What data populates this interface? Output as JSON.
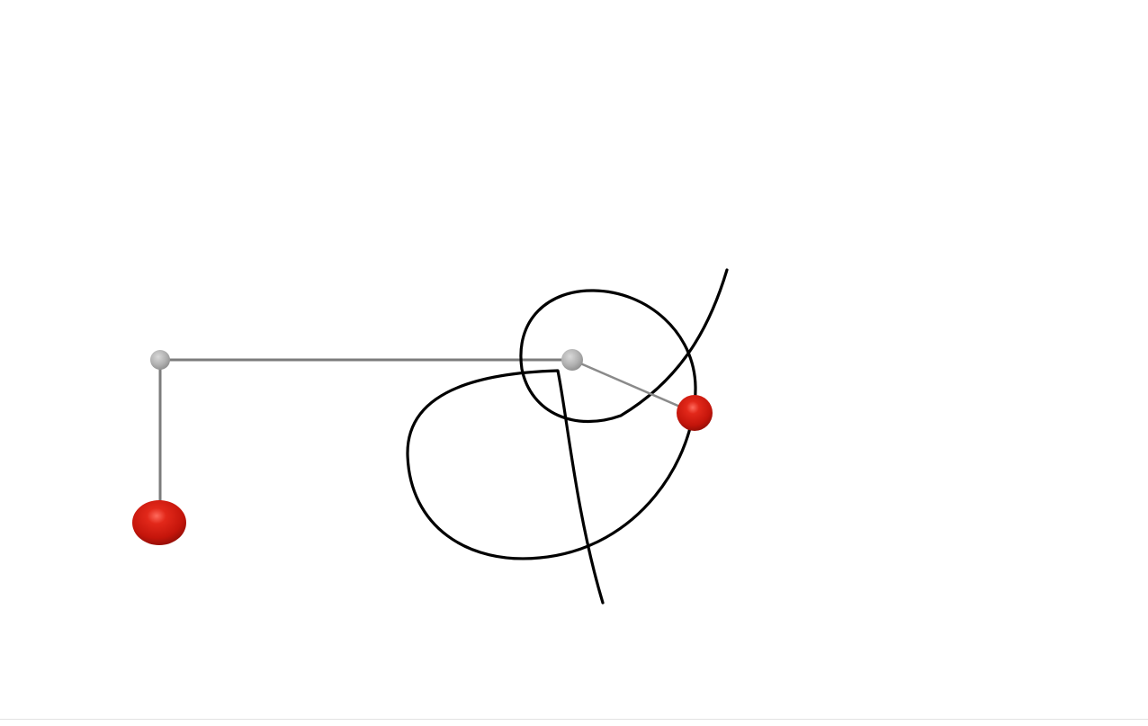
{
  "scene": {
    "description_free": true,
    "colors": {
      "background": "#ffffff",
      "rod": "#7f7f7f",
      "pivot": "#b3b3b3",
      "bob": "#d3160d",
      "trace": "#000000"
    },
    "elements": [
      "pivot",
      "rod",
      "bob",
      "trace-curve"
    ]
  }
}
